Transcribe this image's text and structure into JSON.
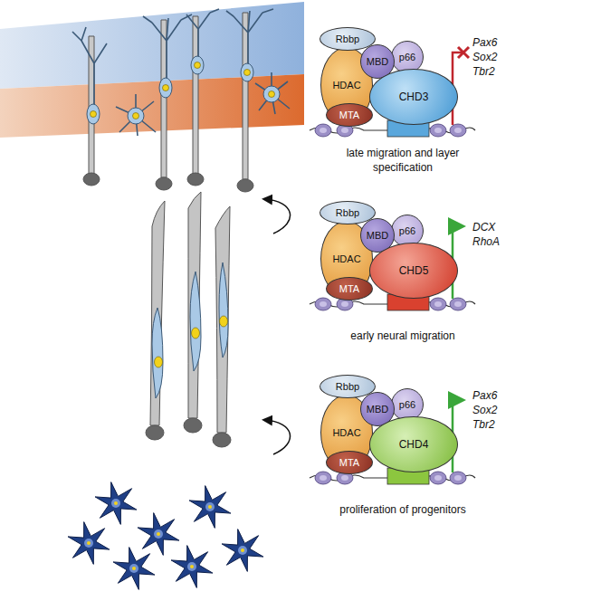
{
  "diagram": {
    "nodes": [
      {
        "text": [
          "Rbbp"
        ]
      },
      {
        "text": [
          "HDAC"
        ]
      },
      {
        "text": [
          "MBD"
        ]
      },
      {
        "text": [
          "p66"
        ]
      },
      {
        "text": [
          "CHD3"
        ]
      },
      {
        "text": [
          "MTA"
        ]
      },
      {
        "text": [
          "Rbbp"
        ]
      },
      {
        "text": [
          "HDAC"
        ]
      },
      {
        "text": [
          "MBD"
        ]
      },
      {
        "text": [
          "p66"
        ]
      },
      {
        "text": [
          "CHD5"
        ]
      },
      {
        "text": [
          "MTA"
        ]
      },
      {
        "text": [
          "Rbbp"
        ]
      },
      {
        "text": [
          "HDAC"
        ]
      },
      {
        "text": [
          "MBD"
        ]
      },
      {
        "text": [
          "p66"
        ]
      },
      {
        "text": [
          "CHD4"
        ]
      },
      {
        "text": [
          "MTA"
        ]
      }
    ],
    "labels": [
      "Pax6",
      "Sox2",
      "Tbr2",
      "late migration and layer specification",
      "DCX",
      "RhoA",
      "early neural migration",
      "Pax6",
      "Sox2",
      "Tbr2",
      "proliferation of progenitors"
    ]
  }
}
